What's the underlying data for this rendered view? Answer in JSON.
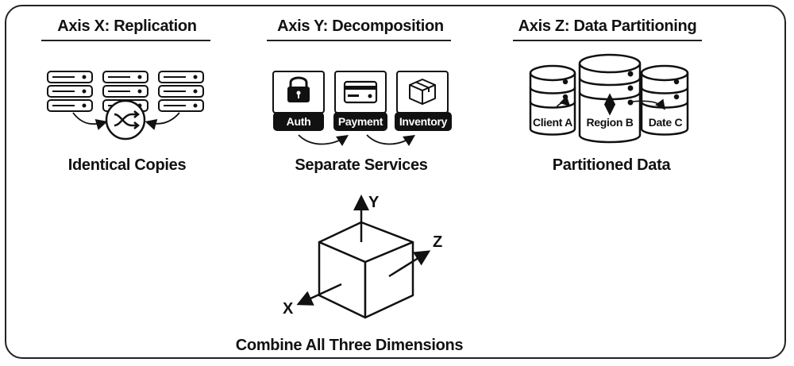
{
  "columns": [
    {
      "title": "Axis X: Replication",
      "caption": "Identical Copies"
    },
    {
      "title": "Axis Y: Decomposition",
      "caption": "Separate Services"
    },
    {
      "title": "Axis Z: Data Partitioning",
      "caption": "Partitioned Data"
    }
  ],
  "services": [
    "Auth",
    "Payment",
    "Inventory"
  ],
  "partitions": [
    "Client A",
    "Region B",
    "Date C"
  ],
  "cube": {
    "axis_y": "Y",
    "axis_z": "Z",
    "axis_x": "X",
    "caption": "Combine All Three Dimensions"
  },
  "icons": {
    "servers": "server-rack-icon",
    "shuffle": "shuffle-icon",
    "auth": "padlock-icon",
    "payment": "credit-card-icon",
    "inventory": "package-box-icon",
    "database": "database-cylinder-icon"
  }
}
